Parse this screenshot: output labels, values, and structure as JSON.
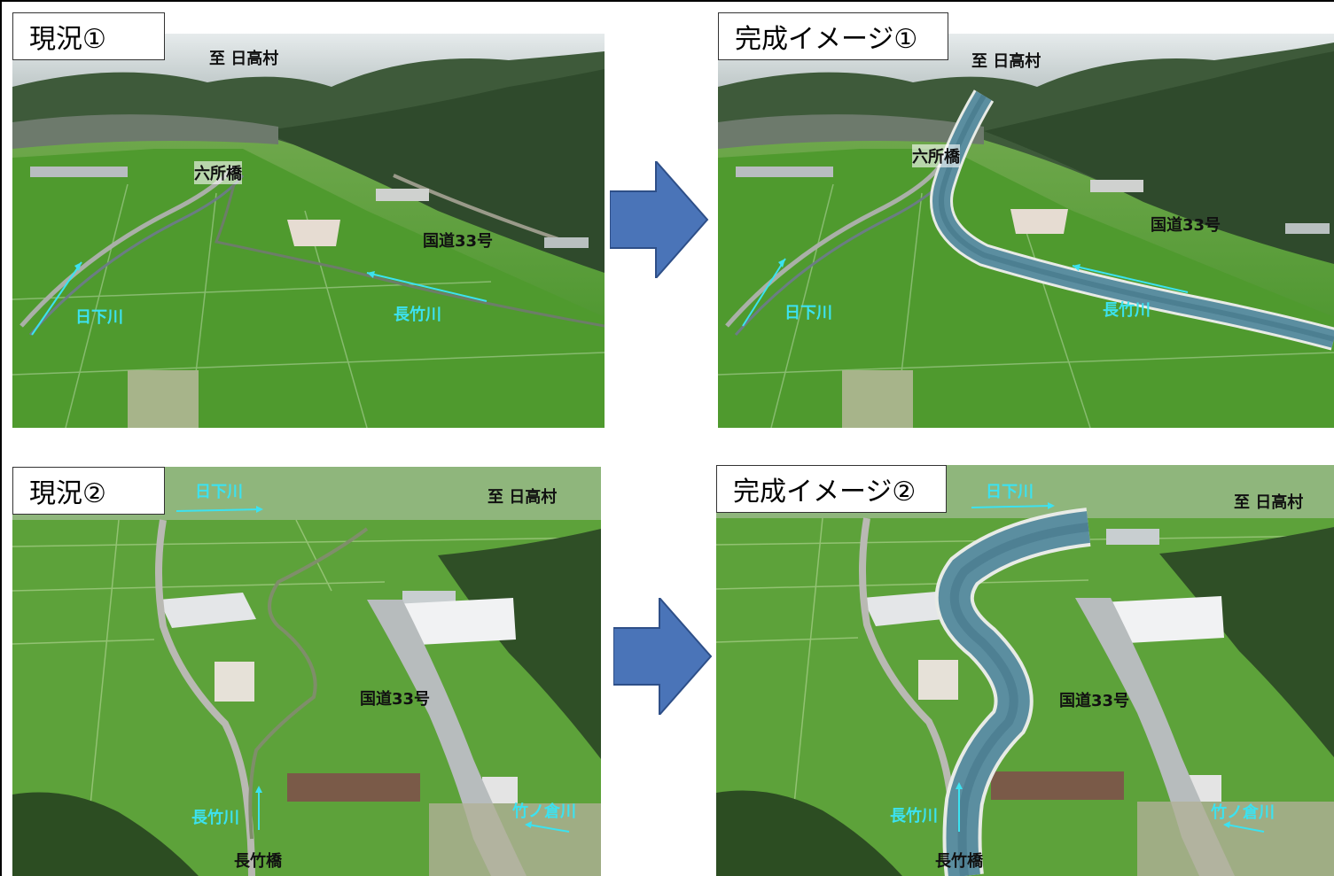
{
  "panels": {
    "p1": {
      "title": "現況①",
      "labels": {
        "to_hidaka": "至 日高村",
        "rokusho_bridge": "六所橋",
        "route33": "国道33号",
        "kusaka_river": "日下川",
        "nagatake_river": "長竹川"
      }
    },
    "p2": {
      "title": "完成イメージ①",
      "labels": {
        "to_hidaka": "至 日高村",
        "rokusho_bridge": "六所橋",
        "route33": "国道33号",
        "kusaka_river": "日下川",
        "nagatake_river": "長竹川"
      }
    },
    "p3": {
      "title": "現況②",
      "labels": {
        "kusaka_river": "日下川",
        "to_hidaka": "至 日高村",
        "route33": "国道33号",
        "nagatake_river": "長竹川",
        "nagatake_bridge": "長竹橋",
        "takenokura_river": "竹ノ倉川"
      }
    },
    "p4": {
      "title": "完成イメージ②",
      "labels": {
        "kusaka_river": "日下川",
        "to_hidaka": "至 日高村",
        "route33": "国道33号",
        "nagatake_river": "長竹川",
        "nagatake_bridge": "長竹橋",
        "takenokura_river": "竹ノ倉川"
      }
    }
  },
  "colors": {
    "arrow": "#4a74b8",
    "river_label": "#3ce2f0",
    "river_water": "#5b8ea0"
  }
}
